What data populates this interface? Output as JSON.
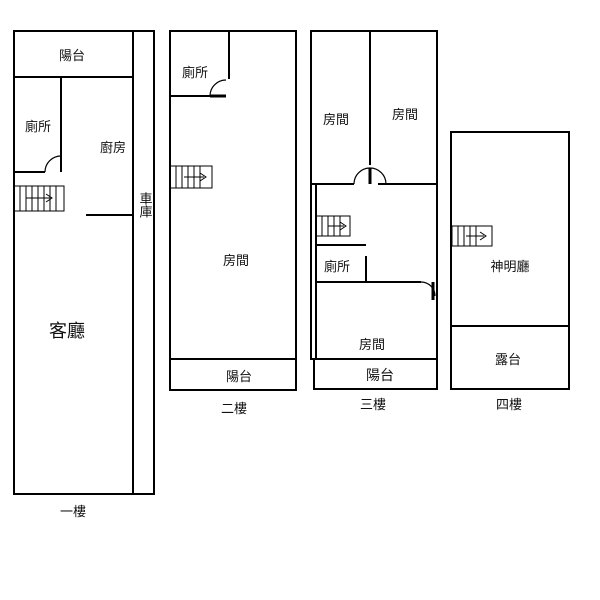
{
  "floor1": {
    "balcony": "陽台",
    "toilet": "廁所",
    "kitchen": "廚房",
    "garage": "車庫",
    "living_room": "客廳",
    "caption": "一樓"
  },
  "floor2": {
    "toilet": "廁所",
    "room": "房間",
    "balcony": "陽台",
    "caption": "二樓"
  },
  "floor3": {
    "room_left": "房間",
    "room_right": "房間",
    "toilet": "廁所",
    "room_bottom": "房間",
    "balcony": "陽台",
    "caption": "三樓"
  },
  "floor4": {
    "shrine_hall": "神明廳",
    "terrace": "露台",
    "caption": "四樓"
  }
}
